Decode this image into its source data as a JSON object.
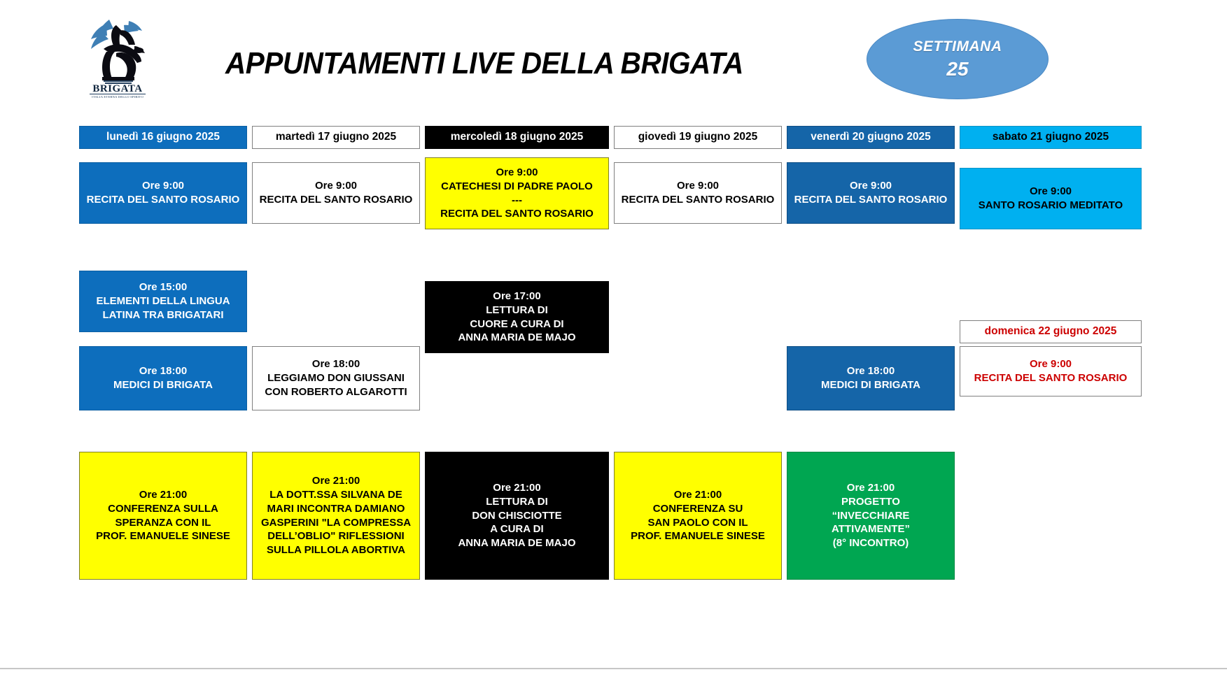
{
  "header": {
    "title": "APPUNTAMENTI LIVE DELLA BRIGATA",
    "logo": {
      "wordmark": "BRIGATA",
      "subtitle": "ITALIA ETERNA DELLO SPIRITO",
      "icon_name": "winged-knight-on-horse-logo"
    },
    "week_badge": {
      "label": "SETTIMANA",
      "number": "25",
      "color": "#5B9BD5"
    }
  },
  "days": [
    {
      "label": "lunedì 16 giugno 2025",
      "theme": "t-blue"
    },
    {
      "label": "martedì 17 giugno 2025",
      "theme": "t-white"
    },
    {
      "label": "mercoledì 18 giugno 2025",
      "theme": "t-black"
    },
    {
      "label": "giovedì 19 giugno 2025",
      "theme": "t-white"
    },
    {
      "label": "venerdì 20 giugno 2025",
      "theme": "t-blue-dark"
    },
    {
      "label": "sabato 21 giugno 2025",
      "theme": "t-cyan"
    },
    {
      "label": "domenica 22 giugno 2025",
      "theme": "t-white-red"
    }
  ],
  "events": {
    "mon_morning": {
      "theme": "t-blue",
      "lines": [
        "Ore 9:00",
        "RECITA DEL SANTO ROSARIO"
      ]
    },
    "tue_morning": {
      "theme": "t-white",
      "lines": [
        "Ore 9:00",
        "RECITA DEL SANTO ROSARIO"
      ]
    },
    "wed_morning": {
      "theme": "t-yellow",
      "lines": [
        "Ore 9:00",
        "CATECHESI DI PADRE PAOLO",
        "---",
        "RECITA DEL SANTO ROSARIO"
      ]
    },
    "thu_morning": {
      "theme": "t-white",
      "lines": [
        "Ore 9:00",
        "RECITA DEL SANTO ROSARIO"
      ]
    },
    "fri_morning": {
      "theme": "t-blue-dark",
      "lines": [
        "Ore 9:00",
        "RECITA DEL SANTO ROSARIO"
      ]
    },
    "sat_morning": {
      "theme": "t-cyan",
      "lines": [
        "Ore 9:00",
        "SANTO ROSARIO MEDITATO"
      ]
    },
    "sun_morning": {
      "theme": "t-white-red",
      "lines": [
        "Ore 9:00",
        "RECITA DEL SANTO ROSARIO"
      ]
    },
    "mon_afternoon": {
      "theme": "t-blue",
      "lines": [
        "Ore 15:00",
        "ELEMENTI DELLA LINGUA",
        "LATINA TRA BRIGATARI"
      ]
    },
    "wed_afternoon": {
      "theme": "t-black",
      "lines": [
        "Ore 17:00",
        "LETTURA DI",
        "CUORE A CURA DI",
        "ANNA MARIA DE MAJO"
      ]
    },
    "mon_evening": {
      "theme": "t-blue",
      "lines": [
        "Ore 18:00",
        "MEDICI DI BRIGATA"
      ]
    },
    "tue_evening": {
      "theme": "t-white",
      "lines": [
        "Ore 18:00",
        "LEGGIAMO DON GIUSSANI",
        "CON ROBERTO ALGAROTTI"
      ]
    },
    "fri_evening": {
      "theme": "t-blue-dark",
      "lines": [
        "Ore 18:00",
        "MEDICI DI BRIGATA"
      ]
    },
    "mon_night": {
      "theme": "t-yellow",
      "lines": [
        "Ore 21:00",
        "CONFERENZA SULLA",
        "SPERANZA CON IL",
        "PROF. EMANUELE SINESE"
      ]
    },
    "tue_night": {
      "theme": "t-yellow",
      "lines": [
        "Ore 21:00",
        "LA DOTT.SSA SILVANA DE",
        "MARI INCONTRA DAMIANO",
        "GASPERINI \"LA COMPRESSA",
        "DELL’OBLIO\" RIFLESSIONI",
        "SULLA PILLOLA ABORTIVA"
      ]
    },
    "wed_night": {
      "theme": "t-black",
      "lines": [
        "Ore 21:00",
        "LETTURA DI",
        "DON CHISCIOTTE",
        "A CURA DI",
        "ANNA MARIA DE MAJO"
      ]
    },
    "thu_night": {
      "theme": "t-yellow",
      "lines": [
        "Ore 21:00",
        "CONFERENZA SU",
        "SAN PAOLO CON IL",
        "PROF. EMANUELE SINESE"
      ]
    },
    "fri_night": {
      "theme": "t-green",
      "lines": [
        "Ore 21:00",
        "PROGETTO",
        "“INVECCHIARE",
        "ATTIVAMENTE”",
        "(8° INCONTRO)"
      ]
    }
  }
}
